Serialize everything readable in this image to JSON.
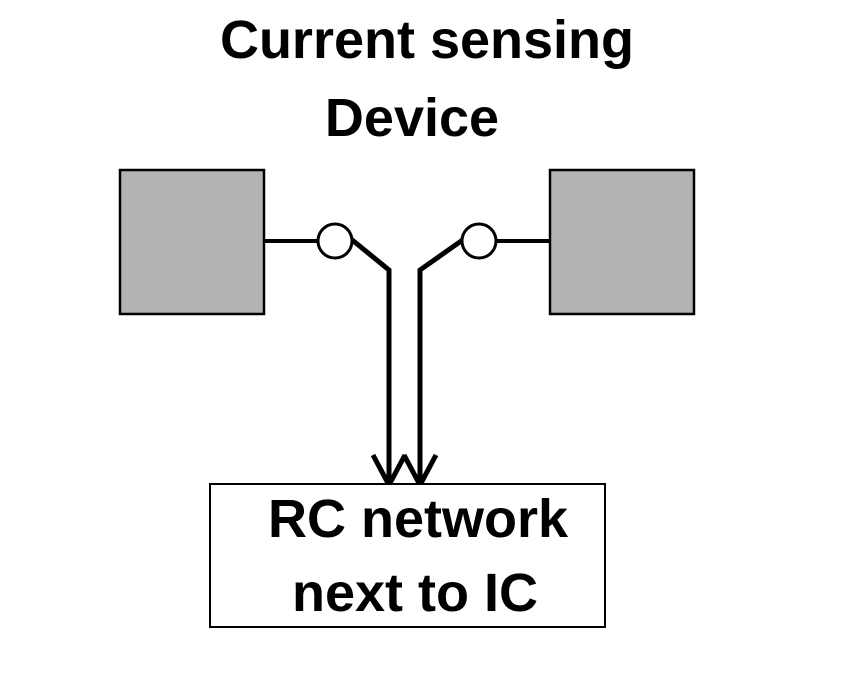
{
  "title": {
    "line1": "Current sensing",
    "line2": "Device"
  },
  "target_box": {
    "line1": "RC network",
    "line2": "next to IC"
  },
  "colors": {
    "pad_fill": "#b3b3b3",
    "stroke": "#000000",
    "background": "#ffffff"
  }
}
